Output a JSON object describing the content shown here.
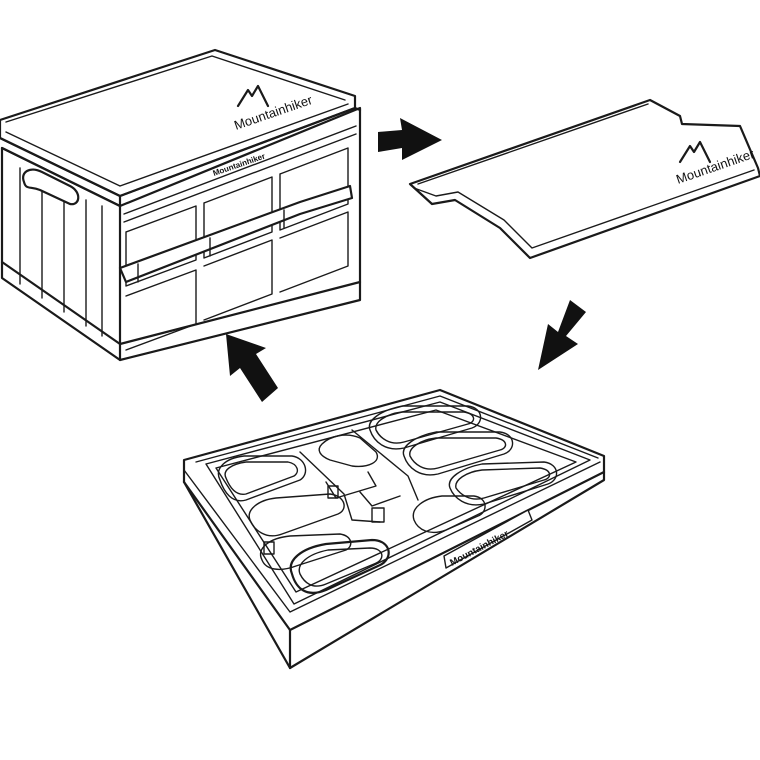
{
  "brand": {
    "name": "Mountainhiker",
    "logo_icon": "mountain-peaks-logo"
  },
  "illustration": {
    "steps": [
      {
        "object": "closed-storage-box"
      },
      {
        "object": "removed-lid"
      },
      {
        "object": "folded-box"
      }
    ],
    "arrows": [
      "right",
      "down-left",
      "up-left"
    ],
    "colors": {
      "line": "#1a1a1a",
      "background": "#ffffff",
      "arrow": "#111111"
    }
  }
}
